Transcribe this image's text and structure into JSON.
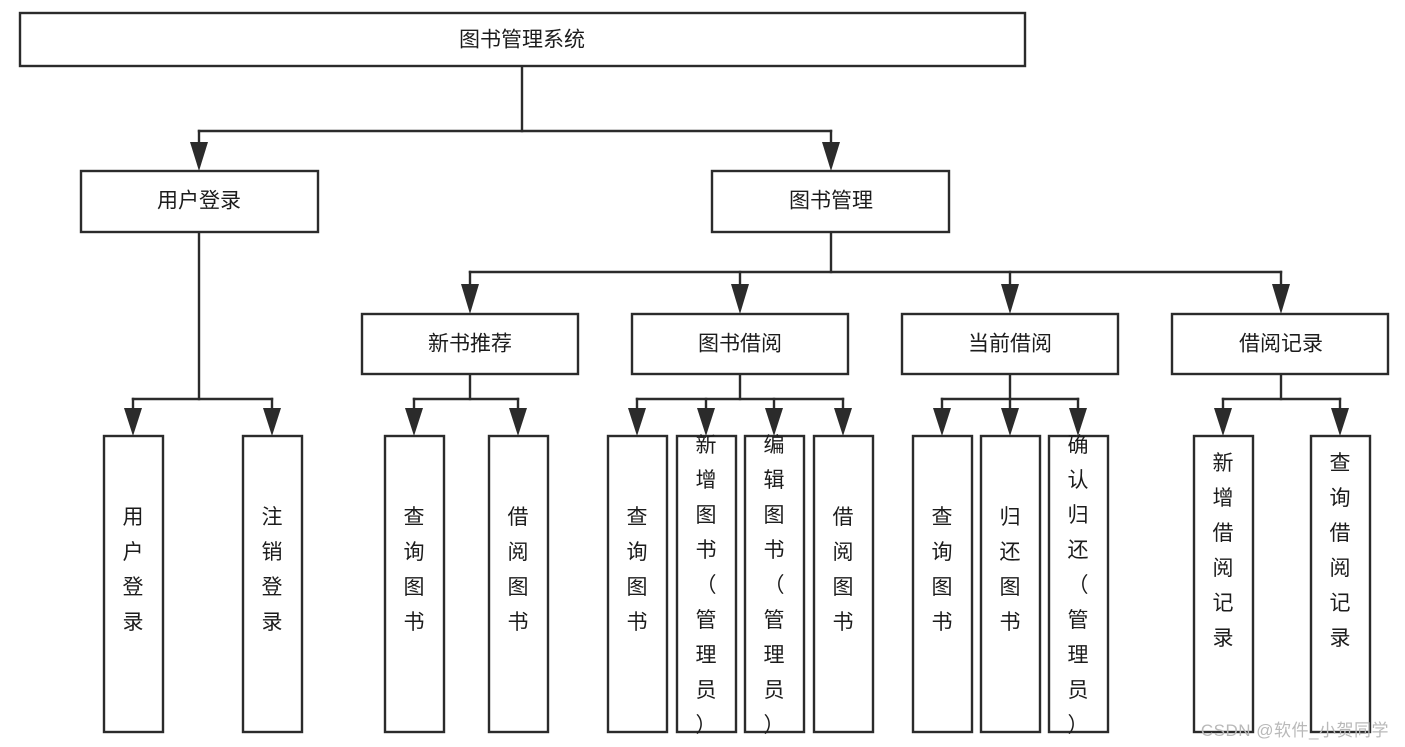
{
  "diagram": {
    "type": "tree-hierarchy-flowchart",
    "orientation": "top-down",
    "watermark": "CSDN @软件_小贺同学",
    "colors": {
      "box_stroke": "#2b2b2b",
      "box_fill": "#ffffff",
      "text": "#1c1c1c",
      "connector": "#2b2b2b",
      "background": "#ffffff",
      "watermark": "#b9b9b9"
    },
    "root": {
      "id": "root",
      "label": "图书管理系统"
    },
    "level2": [
      {
        "id": "user-login",
        "label": "用户登录"
      },
      {
        "id": "book-management",
        "label": "图书管理"
      }
    ],
    "level3": [
      {
        "id": "new-book-recommend",
        "label": "新书推荐",
        "parent": "book-management"
      },
      {
        "id": "book-borrow",
        "label": "图书借阅",
        "parent": "book-management"
      },
      {
        "id": "current-borrow",
        "label": "当前借阅",
        "parent": "book-management"
      },
      {
        "id": "borrow-record",
        "label": "借阅记录",
        "parent": "book-management"
      }
    ],
    "leaves": [
      {
        "id": "leaf-user-login",
        "label": "用户登录",
        "parent": "user-login"
      },
      {
        "id": "leaf-logout",
        "label": "注销登录",
        "parent": "user-login"
      },
      {
        "id": "leaf-query-book-1",
        "label": "查询图书",
        "parent": "new-book-recommend"
      },
      {
        "id": "leaf-borrow-book-1",
        "label": "借阅图书",
        "parent": "new-book-recommend"
      },
      {
        "id": "leaf-query-book-2",
        "label": "查询图书",
        "parent": "book-borrow"
      },
      {
        "id": "leaf-add-book",
        "label": "新增图书（管理员）",
        "parent": "book-borrow"
      },
      {
        "id": "leaf-edit-book",
        "label": "编辑图书（管理员）",
        "parent": "book-borrow"
      },
      {
        "id": "leaf-borrow-book-2",
        "label": "借阅图书",
        "parent": "book-borrow"
      },
      {
        "id": "leaf-query-book-3",
        "label": "查询图书",
        "parent": "current-borrow"
      },
      {
        "id": "leaf-return-book",
        "label": "归还图书",
        "parent": "current-borrow"
      },
      {
        "id": "leaf-confirm-return",
        "label": "确认归还（管理员）",
        "parent": "current-borrow"
      },
      {
        "id": "leaf-add-record",
        "label": "新增借阅记录",
        "parent": "borrow-record"
      },
      {
        "id": "leaf-query-record",
        "label": "查询借阅记录",
        "parent": "borrow-record"
      }
    ]
  }
}
